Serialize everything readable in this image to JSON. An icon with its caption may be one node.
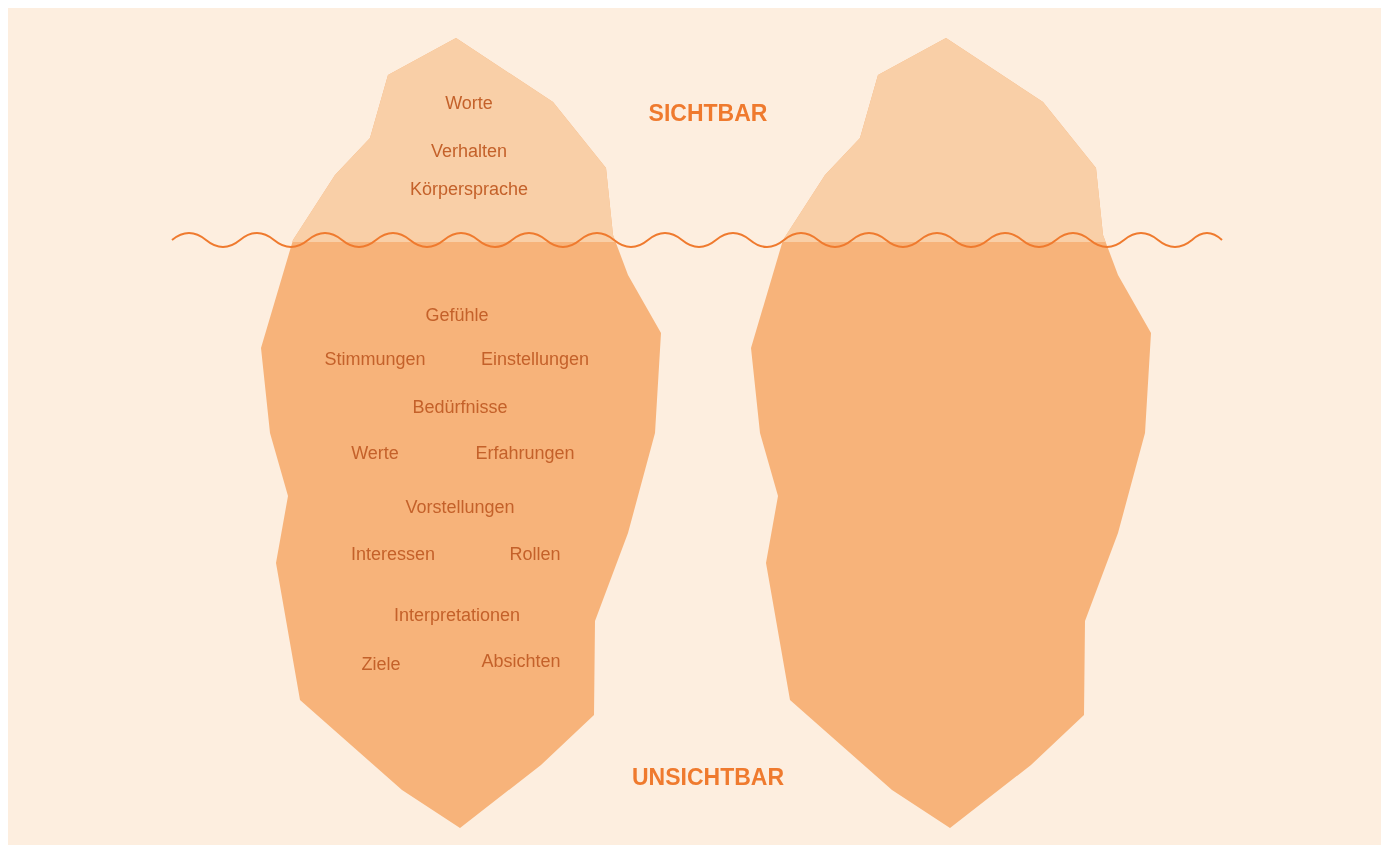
{
  "diagram": {
    "labels": [
      "Worte",
      "SICHTBAR",
      "Verhalten",
      "Körpersprache",
      "Gefühle",
      "Stimmungen",
      "Einstellungen",
      "Bedürfnisse",
      "Werte",
      "Erfahrungen",
      "Vorstellungen",
      "Interessen",
      "Rollen",
      "Interpretationen",
      "Ziele",
      "Absichten",
      "UNSICHTBAR"
    ]
  }
}
